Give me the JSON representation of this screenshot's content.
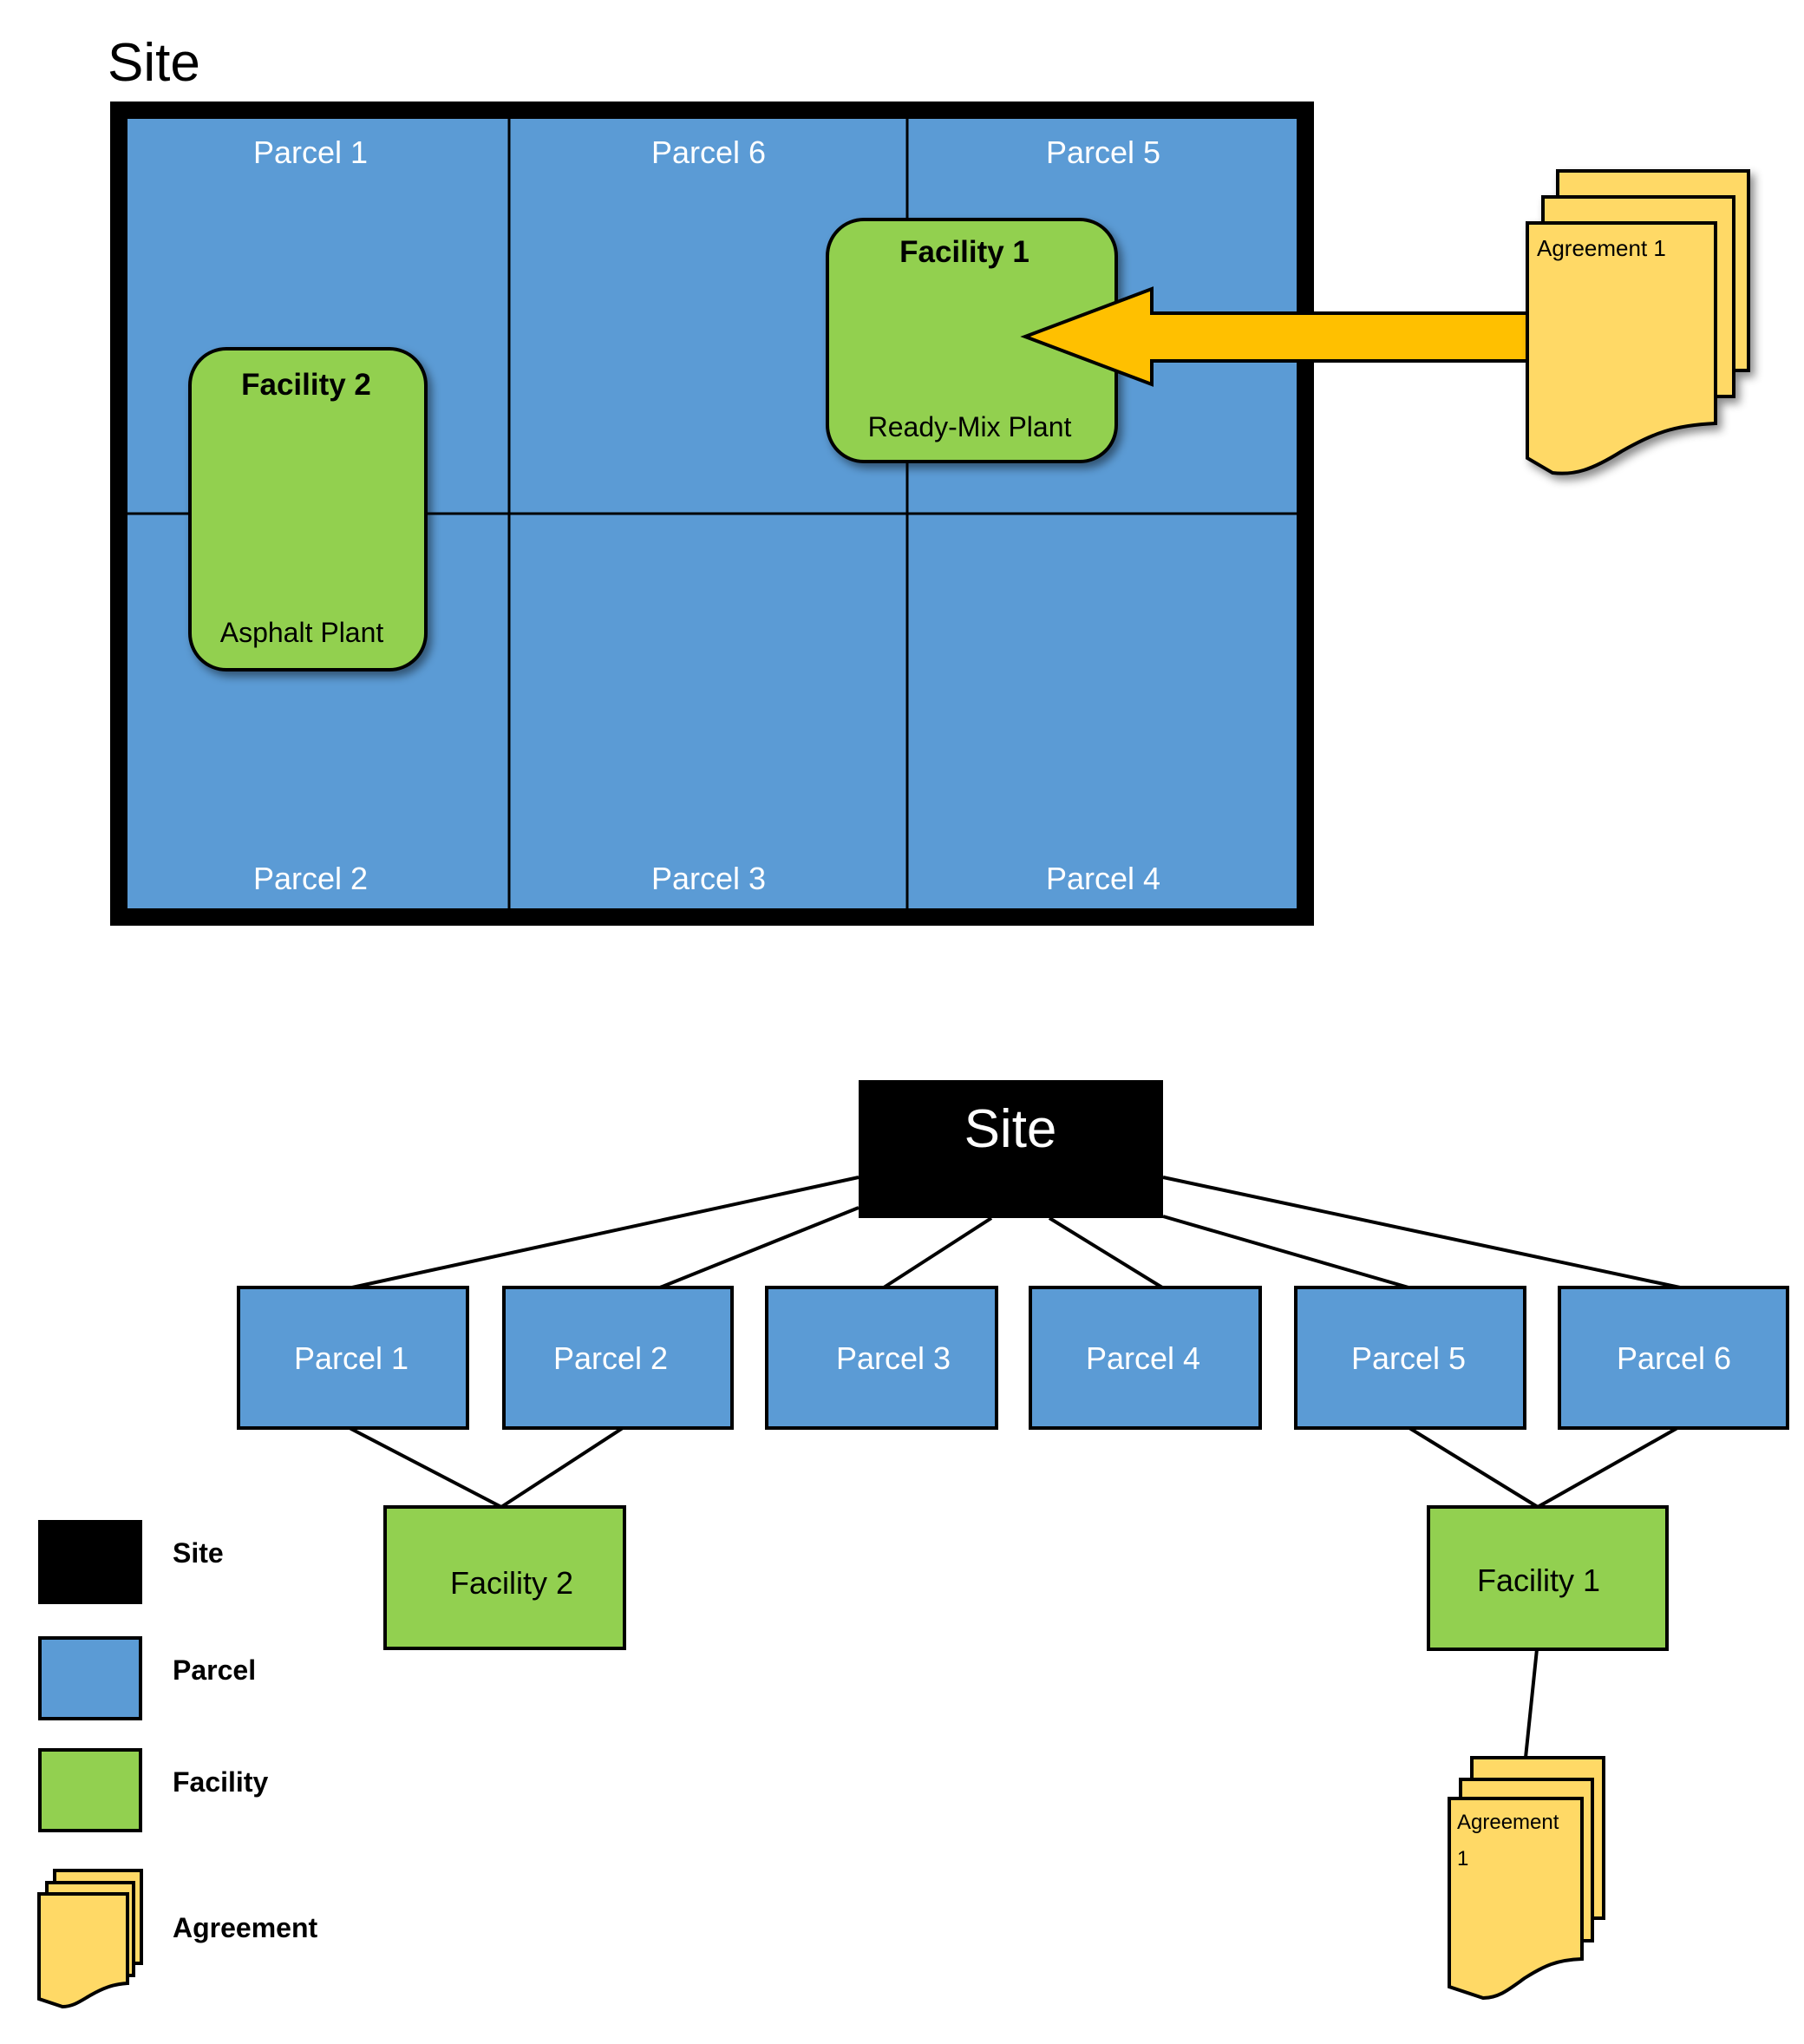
{
  "colors": {
    "site": "#000000",
    "parcel": "#5B9BD5",
    "facility": "#92D050",
    "agreement": "#FFD966",
    "arrow": "#FFC000",
    "outline": "#000000",
    "parcel_text": "#FFFFFF"
  },
  "map_view": {
    "title": "Site",
    "parcels": [
      {
        "id": "p1",
        "label": "Parcel 1"
      },
      {
        "id": "p6",
        "label": "Parcel 6"
      },
      {
        "id": "p5",
        "label": "Parcel 5"
      },
      {
        "id": "p2",
        "label": "Parcel 2"
      },
      {
        "id": "p3",
        "label": "Parcel 3"
      },
      {
        "id": "p4",
        "label": "Parcel 4"
      }
    ],
    "facilities": [
      {
        "id": "f1",
        "name": "Facility 1",
        "type": "Ready-Mix Plant",
        "parcels": [
          "Parcel 6",
          "Parcel 5"
        ]
      },
      {
        "id": "f2",
        "name": "Facility 2",
        "type": "Asphalt Plant",
        "parcels": [
          "Parcel 1",
          "Parcel 2"
        ]
      }
    ],
    "agreement": {
      "label": "Agreement 1",
      "points_to": "Facility 1"
    }
  },
  "hierarchy_view": {
    "root": {
      "label": "Site"
    },
    "parcels": [
      {
        "id": "p1",
        "label": "Parcel 1"
      },
      {
        "id": "p2",
        "label": "Parcel 2"
      },
      {
        "id": "p3",
        "label": "Parcel 3"
      },
      {
        "id": "p4",
        "label": "Parcel 4"
      },
      {
        "id": "p5",
        "label": "Parcel 5"
      },
      {
        "id": "p6",
        "label": "Parcel 6"
      }
    ],
    "facilities": [
      {
        "id": "f2",
        "label": "Facility 2",
        "parents": [
          "Parcel 1",
          "Parcel 2"
        ]
      },
      {
        "id": "f1",
        "label": "Facility 1",
        "parents": [
          "Parcel 5",
          "Parcel 6"
        ]
      }
    ],
    "agreement": {
      "label_line1": "Agreement",
      "label_line2": "1",
      "parent": "Facility 1"
    }
  },
  "legend": {
    "items": [
      {
        "key": "site",
        "label": "Site"
      },
      {
        "key": "parcel",
        "label": "Parcel"
      },
      {
        "key": "facility",
        "label": "Facility"
      },
      {
        "key": "agreement",
        "label": "Agreement"
      }
    ]
  }
}
